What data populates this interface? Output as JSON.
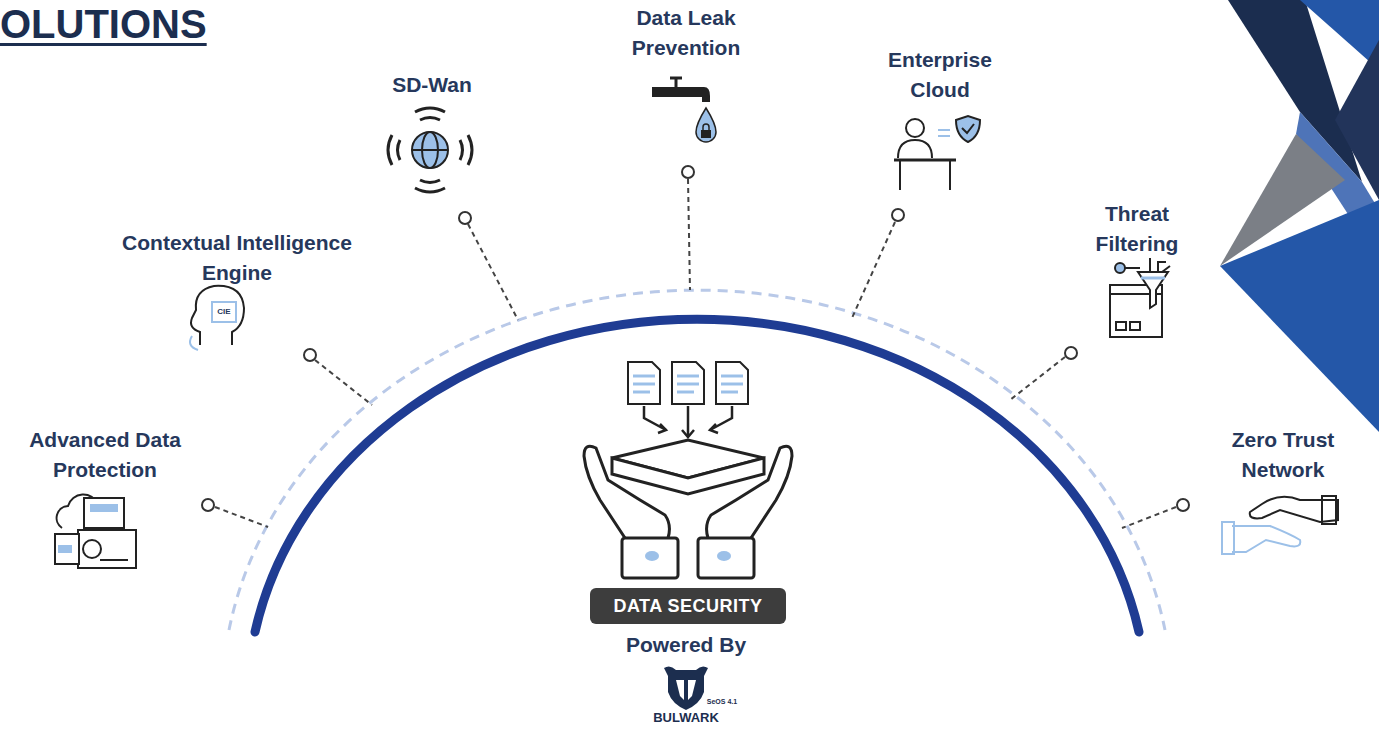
{
  "diagram": {
    "title": "OLUTIONS",
    "nodes": [
      {
        "text": [
          "DATA SECURITY"
        ]
      }
    ],
    "labels": [
      "Advanced Data Protection",
      "Contextual Intelligence Engine",
      "SD-Wan",
      "Data Leak Prevention",
      "Enterprise Cloud",
      "Threat Filtering",
      "Zero Trust Network",
      "CIE",
      "Powered By",
      "BULWARK",
      "SeOS 4.1"
    ]
  }
}
